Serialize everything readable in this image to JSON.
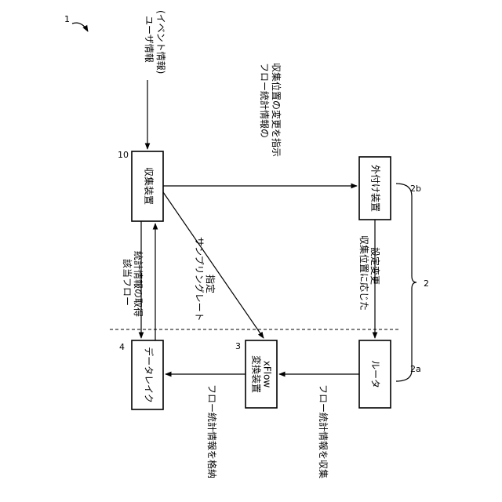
{
  "figure_ref": "1",
  "nodes": {
    "collector": {
      "ref": "10",
      "label": "収集装置"
    },
    "attach": {
      "ref": "2b",
      "label": "外付け装置"
    },
    "router": {
      "ref": "2a",
      "label": "ルータ"
    },
    "xflow": {
      "ref": "3",
      "label_line1": "xFlow",
      "label_line2": "変換装置"
    },
    "datalake": {
      "ref": "4",
      "label": "データレイク"
    },
    "group": {
      "ref": "2"
    }
  },
  "labels": {
    "user_info_1": "ユーザ情報",
    "user_info_2": "(イベント情報)",
    "instr_1": "フロー統計情報の",
    "instr_2": "収集位置の変更を指示",
    "acquire_1": "該当フロー",
    "acquire_2": "統計情報の取得",
    "sampling_1": "サンプリングレート",
    "sampling_2": "指定",
    "config_1": "収集位置に応じた",
    "config_2": "設定変更",
    "store": "フロー統計情報を格納",
    "collect": "フロー統計情報を収集"
  }
}
